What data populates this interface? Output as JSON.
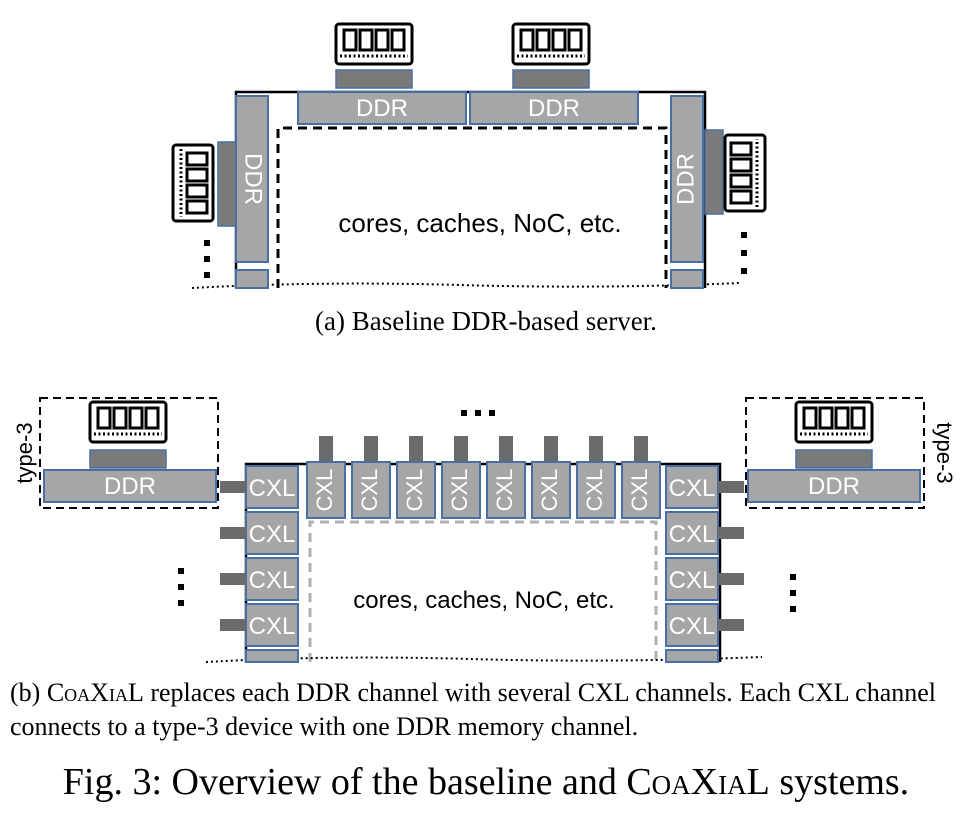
{
  "panel_a": {
    "ddr_label": "DDR",
    "core_label": "cores, caches, NoC, etc.",
    "caption": "(a) Baseline DDR-based server."
  },
  "panel_b": {
    "cxl_label": "CXL",
    "ddr_label": "DDR",
    "device_label": "type-3",
    "core_label": "cores, caches, NoC, etc.",
    "ellipsis": "...",
    "caption_prefix": "(b) ",
    "caption_name": "CoaXiaL",
    "caption_rest": " replaces each DDR channel with several CXL channels. Each CXL channel connects to a type-3 device with one DDR memory channel."
  },
  "figure_caption": {
    "prefix": "Fig. 3: Overview of the baseline and ",
    "name": "CoaXiaL",
    "suffix": " systems."
  },
  "colors": {
    "box_fill": "#a6a6a6",
    "box_stroke": "#4a6fa5",
    "dark_connector": "#6b6b6b",
    "label_text": "#ffffff",
    "dashed_gray": "#b0b0b0"
  }
}
